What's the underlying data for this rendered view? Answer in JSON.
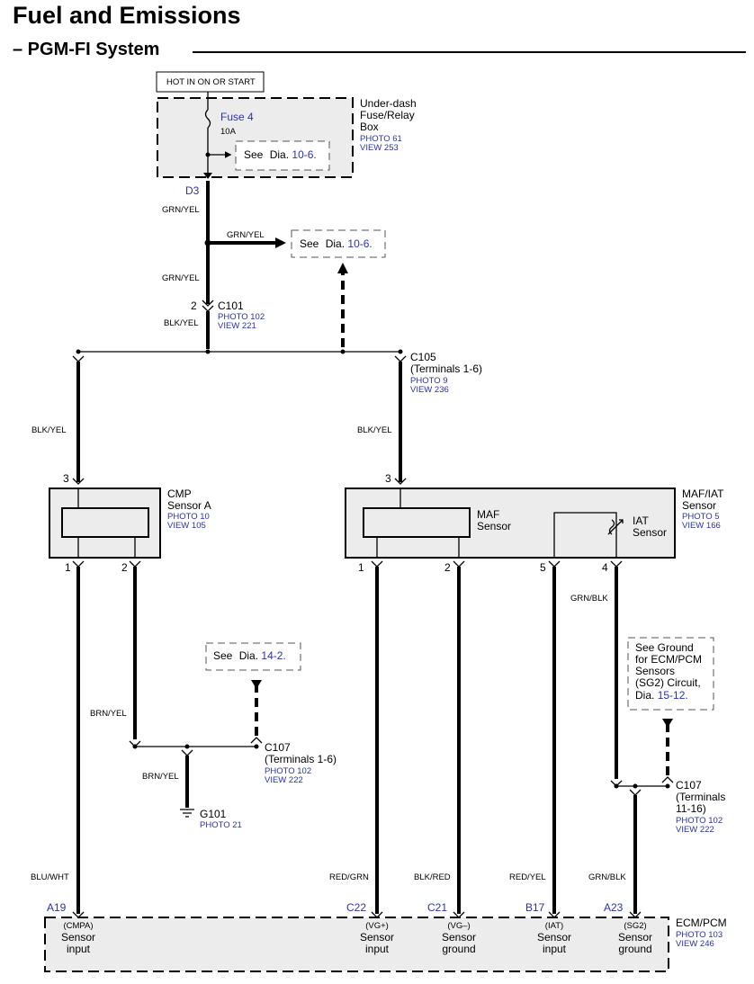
{
  "header": {
    "title": "Fuel and Emissions",
    "subtitle": "– PGM-FI System"
  },
  "power": {
    "hot_label": "HOT IN ON OR START"
  },
  "fusebox": {
    "fuse": "Fuse 4",
    "rating": "10A",
    "name_l1": "Under-dash",
    "name_l2": "Fuse/Relay",
    "name_l3": "Box",
    "photo": "PHOTO 61",
    "view": "VIEW 253",
    "see": "See",
    "dia": "Dia.",
    "ref": "10-6."
  },
  "terminals": {
    "d3": "D3",
    "c101_pin": "2",
    "cmp3": "3",
    "cmp1": "1",
    "cmp2": "2",
    "maf3": "3",
    "maf1": "1",
    "maf2": "2",
    "maf5": "5",
    "maf4": "4"
  },
  "wires": {
    "grnyel_1": "GRN/YEL",
    "grnyel_branch": "GRN/YEL",
    "grnyel_2": "GRN/YEL",
    "blkyel_c101": "BLK/YEL",
    "blkyel_left": "BLK/YEL",
    "blkyel_right": "BLK/YEL",
    "brnyel_1": "BRN/YEL",
    "brnyel_2": "BRN/YEL",
    "grnblk_1": "GRN/BLK",
    "grnblk_2": "GRN/BLK",
    "bluwht": "BLU/WHT",
    "redgrn": "RED/GRN",
    "blkred": "BLK/RED",
    "redyel": "RED/YEL"
  },
  "see_branch": {
    "see": "See",
    "dia": "Dia.",
    "ref": "10-6."
  },
  "c101": {
    "name": "C101",
    "photo": "PHOTO 102",
    "view": "VIEW 221"
  },
  "c105": {
    "name": "C105",
    "terms": "(Terminals 1-6)",
    "photo": "PHOTO 9",
    "view": "VIEW 236"
  },
  "cmp": {
    "name_l1": "CMP",
    "name_l2": "Sensor A",
    "photo": "PHOTO 10",
    "view": "VIEW 105"
  },
  "mafiat": {
    "name": "MAF/IAT",
    "sensor": "Sensor",
    "photo": "PHOTO 5",
    "view": "VIEW 166",
    "maf_l1": "MAF",
    "maf_l2": "Sensor",
    "iat_l1": "IAT",
    "iat_l2": "Sensor"
  },
  "see_14": {
    "see": "See",
    "dia": "Dia.",
    "ref": "14-2."
  },
  "c107_left": {
    "name": "C107",
    "terms": "(Terminals 1-6)",
    "photo": "PHOTO 102",
    "view": "VIEW 222"
  },
  "g101": {
    "name": "G101",
    "photo": "PHOTO 21"
  },
  "see_ground": {
    "l1": "See Ground",
    "l2": "for ECM/PCM",
    "l3": "Sensors",
    "l4": "(SG2) Circuit,",
    "dia": "Dia.",
    "ref": "15-12."
  },
  "c107_right": {
    "name": "C107",
    "terms_l1": "(Terminals",
    "terms_l2": "11-16)",
    "photo": "PHOTO 102",
    "view": "VIEW 222"
  },
  "ecm": {
    "name": "ECM/PCM",
    "photo": "PHOTO 103",
    "view": "VIEW 246",
    "pins": [
      {
        "pin": "A19",
        "signal": "(CMPA)",
        "l1": "Sensor",
        "l2": "input"
      },
      {
        "pin": "C22",
        "signal": "(VG+)",
        "l1": "Sensor",
        "l2": "input"
      },
      {
        "pin": "C21",
        "signal": "(VG–)",
        "l1": "Sensor",
        "l2": "ground"
      },
      {
        "pin": "B17",
        "signal": "(IAT)",
        "l1": "Sensor",
        "l2": "input"
      },
      {
        "pin": "A23",
        "signal": "(SG2)",
        "l1": "Sensor",
        "l2": "ground"
      }
    ]
  }
}
